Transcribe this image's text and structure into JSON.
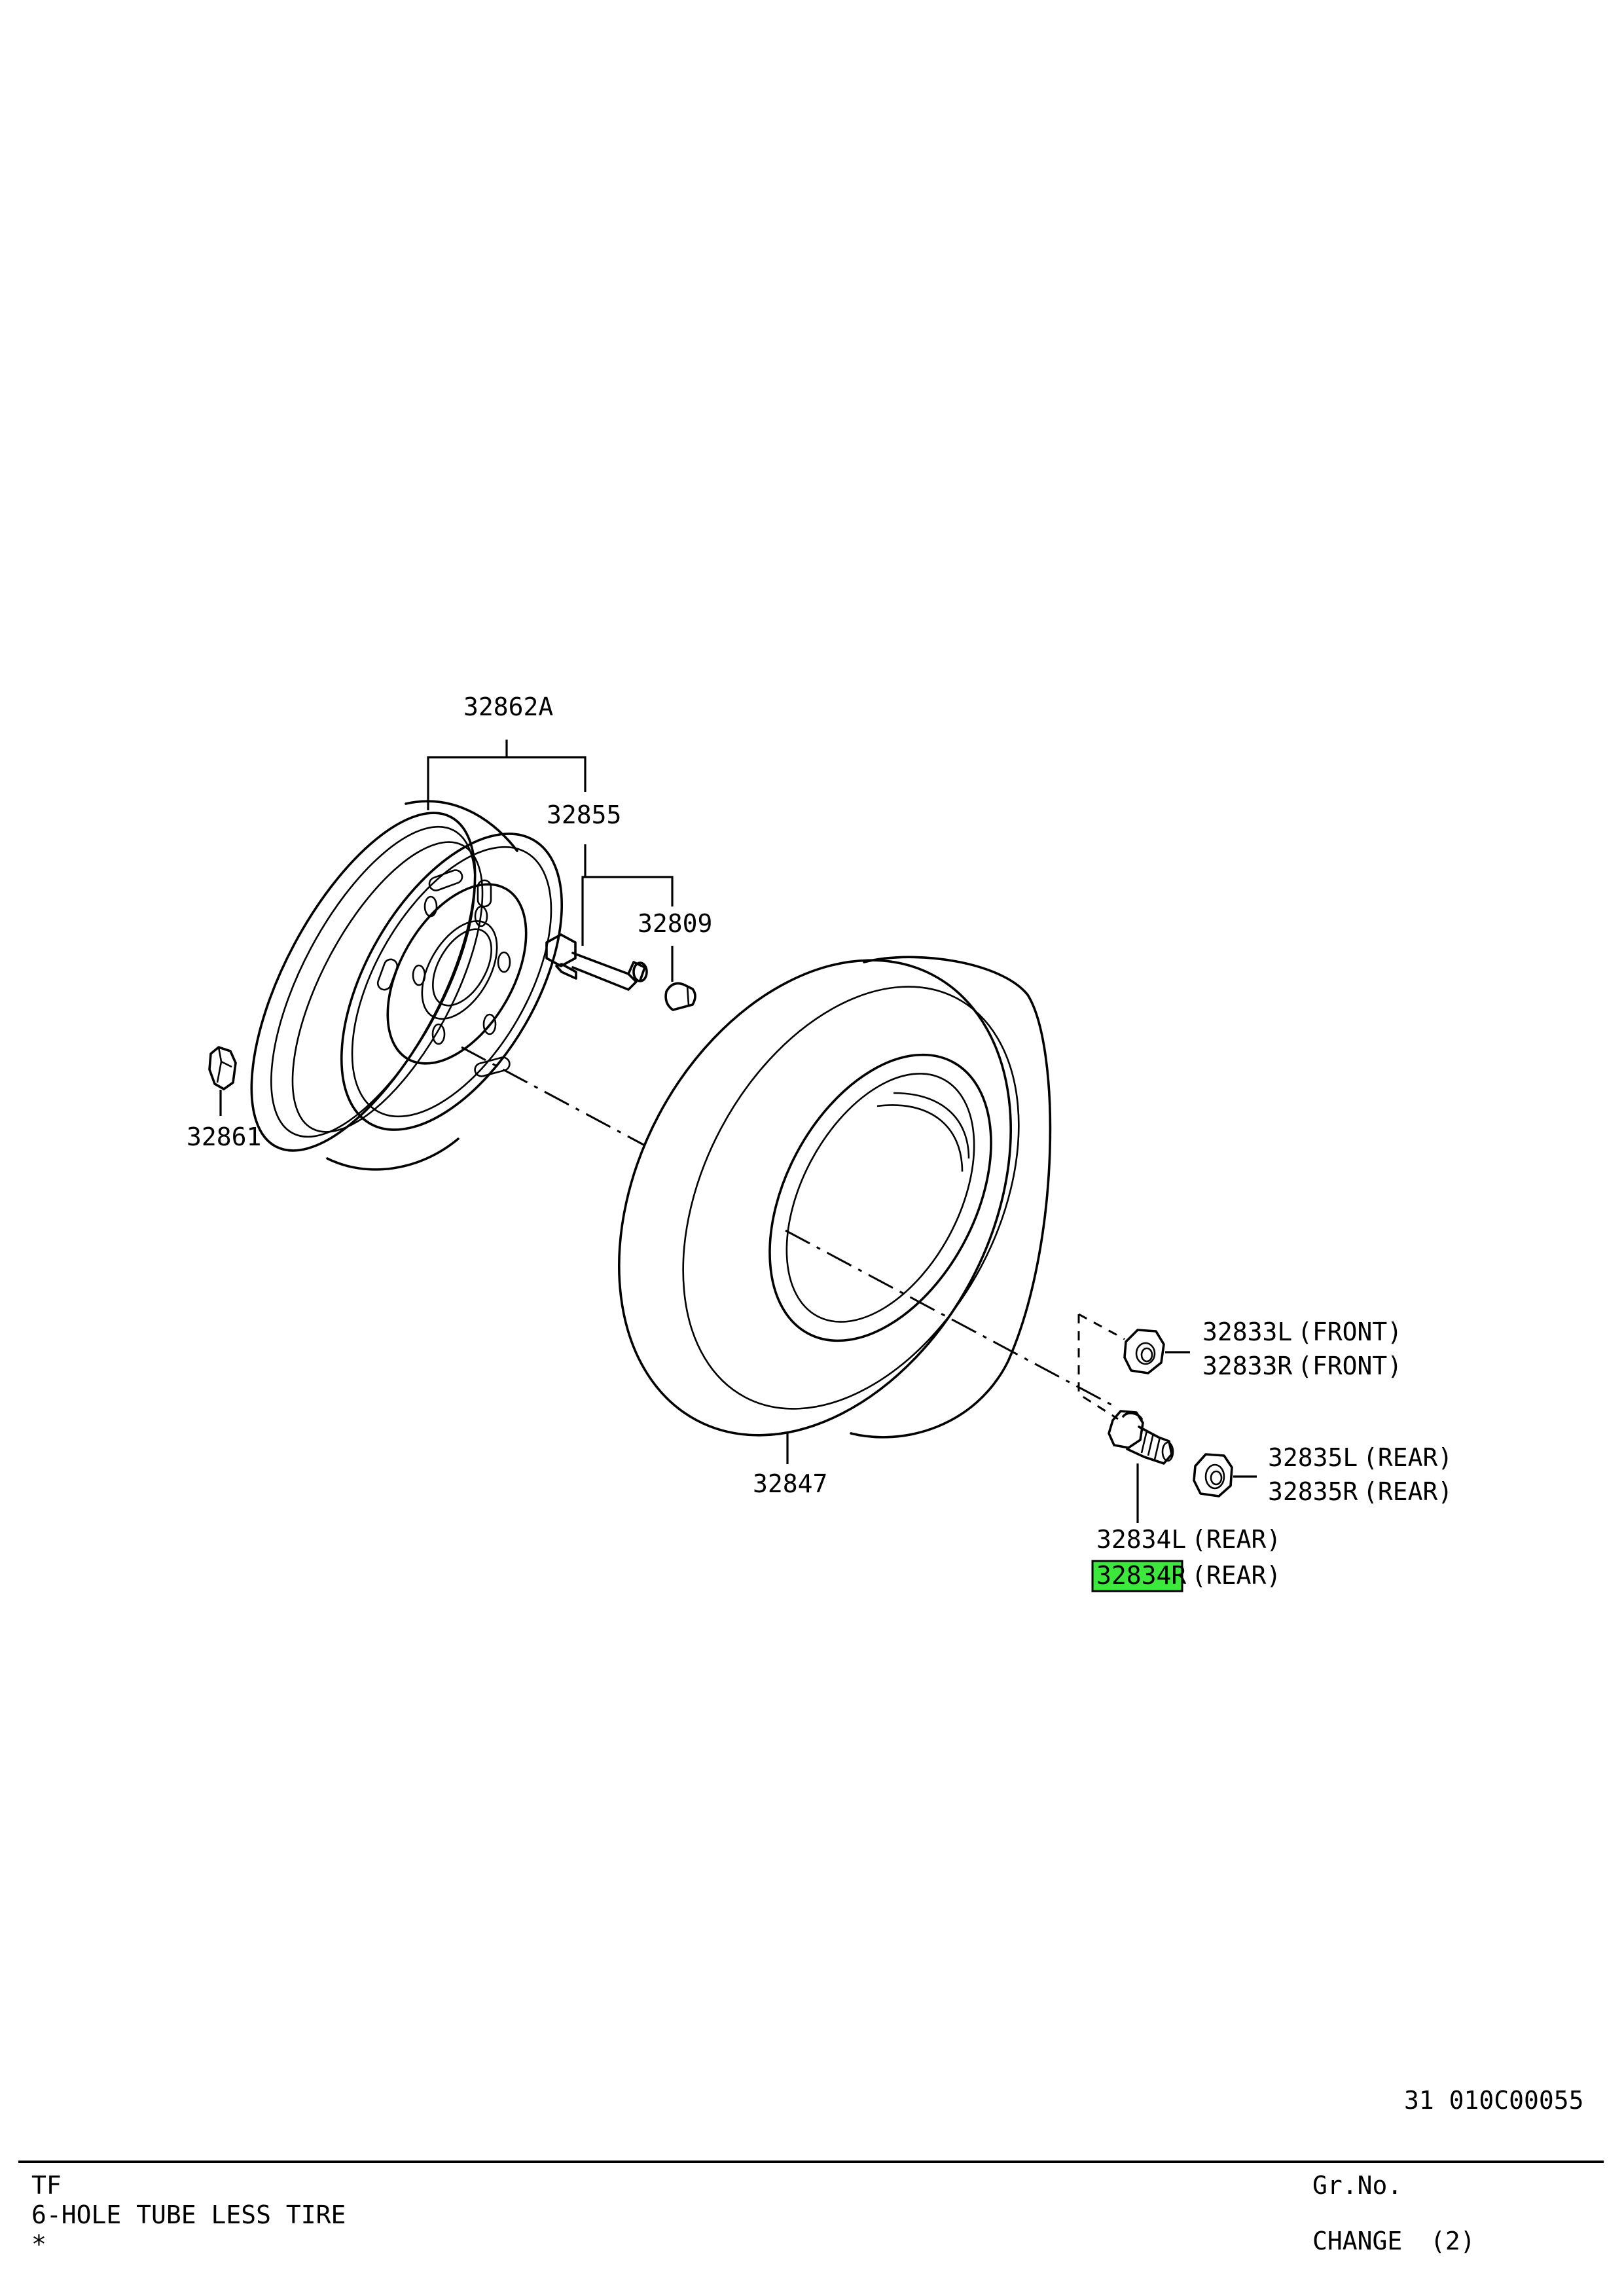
{
  "diagram": {
    "callouts": {
      "wheel_assembly": "32862A",
      "valve": "32855",
      "valve_cap": "32809",
      "balance_weight": "32861",
      "tire": "32847",
      "front_nut_l": "32833L",
      "front_nut_r": "32833R",
      "front_qualifier": "(FRONT)",
      "rear_nut_l": "32835L",
      "rear_nut_r": "32835R",
      "rear_bolt_l": "32834L",
      "rear_bolt_r": "32834R",
      "rear_qualifier": "(REAR)"
    },
    "highlight_color": "#3ce83c",
    "reference_code": "31 010C00055"
  },
  "footer": {
    "model": "TF",
    "title": "6-HOLE TUBE LESS TIRE",
    "mark": "*",
    "group_label": "Gr.No.",
    "change_label": "CHANGE",
    "change_value": "(2)"
  }
}
